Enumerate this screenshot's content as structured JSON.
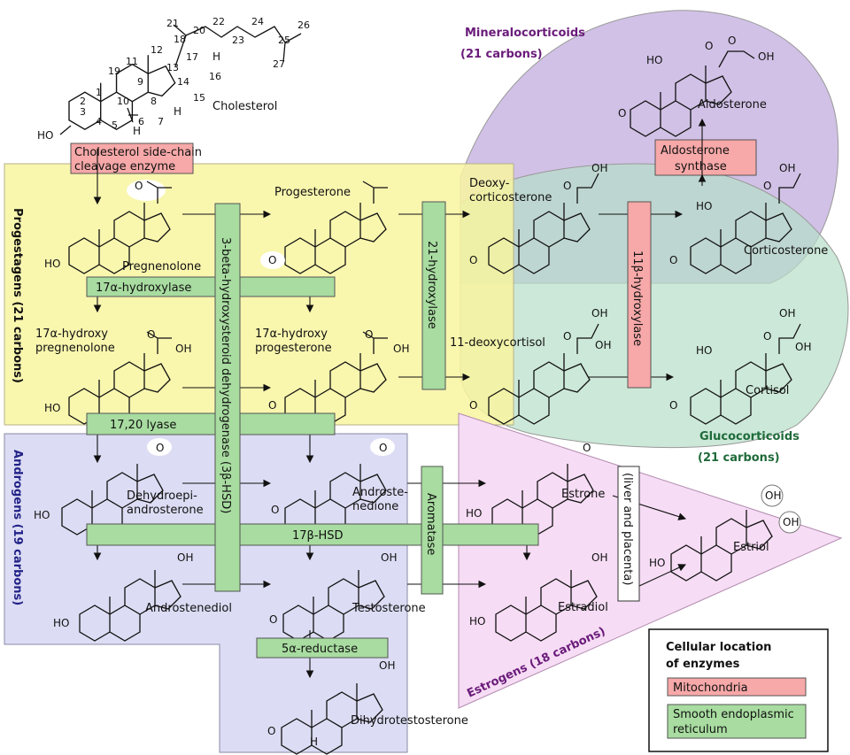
{
  "groups": {
    "progestagens": "Progestagens (21 carbons)",
    "androgens": "Androgens (19 carbons)",
    "estrogens": "Estrogens (18 carbons)",
    "mineralocorticoids_1": "Mineralocorticoids",
    "mineralocorticoids_2": "(21 carbons)",
    "glucocorticoids_1": "Glucocorticoids",
    "glucocorticoids_2": "(21 carbons)"
  },
  "colors": {
    "progestagens": "#f8f4a0",
    "androgens": "#dcdcf4",
    "estrogens": "#f6dcf4",
    "mineralocorticoids": "#c9b6e2",
    "glucocorticoids": "#b6dec8",
    "mitochondria": "#f7a8a8",
    "smooth_er": "#a8dca0",
    "group_text_progestagens": "#111111",
    "group_text_androgens": "#222288",
    "group_text_estrogens": "#6a1b7a",
    "group_text_mineralocorticoids": "#6a1b7a",
    "group_text_glucocorticoids": "#1f6b3a"
  },
  "compounds": {
    "cholesterol": "Cholesterol",
    "pregnenolone": "Pregnenolone",
    "hydroxypregnenolone_1": "17α-hydroxy",
    "hydroxypregnenolone_2": "pregnenolone",
    "dhea_1": "Dehydroepi-",
    "dhea_2": "androsterone",
    "androstenediol": "Androstenediol",
    "progesterone": "Progesterone",
    "hydroxyprogesterone_1": "17α-hydroxy",
    "hydroxyprogesterone_2": "progesterone",
    "androstenedione_1": "Androste-",
    "androstenedione_2": "nedione",
    "testosterone": "Testosterone",
    "dht": "Dihydrotestosterone",
    "deoxycorticosterone_1": "Deoxy-",
    "deoxycorticosterone_2": "corticosterone",
    "deoxycortisol": "11-deoxycortisol",
    "corticosterone": "Corticosterone",
    "cortisol": "Cortisol",
    "aldosterone": "Aldosterone",
    "estrone": "Estrone",
    "estradiol": "Estradiol",
    "estriol": "Estriol"
  },
  "enzymes": {
    "scc_1": "Cholesterol side-chain",
    "scc_2": "cleavage enzyme",
    "hydroxylase17": "17α-hydroxylase",
    "lyase": "17,20 lyase",
    "hsd3b": "3-beta-hydroxysteroid dehydrogenase (3β-HSD)",
    "hydroxylase21": "21-hydroxylase",
    "hydroxylase11": "11β-hydroxylase",
    "aldo_synthase_1": "Aldosterone",
    "aldo_synthase_2": "synthase",
    "hsd17b": "17β-HSD",
    "aromatase": "Aromatase",
    "reductase": "5α-reductase",
    "liver_placenta": "(liver and placenta)"
  },
  "atoms": {
    "ho": "HO",
    "oh": "OH",
    "o": "O",
    "h": "H"
  },
  "cholesterol_numbers": [
    "1",
    "2",
    "3",
    "4",
    "5",
    "6",
    "7",
    "8",
    "9",
    "10",
    "11",
    "12",
    "13",
    "14",
    "15",
    "16",
    "17",
    "18",
    "19",
    "20",
    "21",
    "22",
    "23",
    "24",
    "25",
    "26",
    "27"
  ],
  "legend": {
    "title_1": "Cellular location",
    "title_2": "of enzymes",
    "mitochondria": "Mitochondria",
    "er_1": "Smooth endoplasmic",
    "er_2": "reticulum"
  }
}
